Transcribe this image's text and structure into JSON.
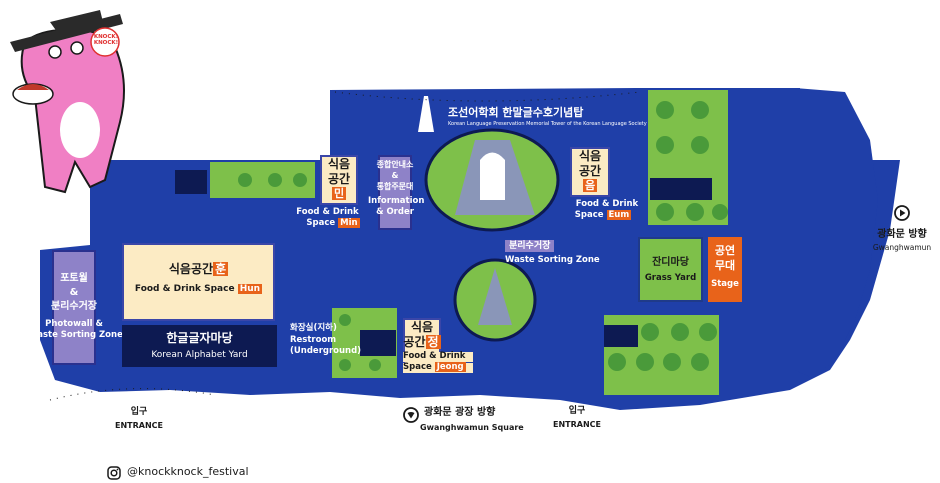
{
  "labels": {
    "memorial_ko": "조선어학회 한말글수호기념탑",
    "memorial_en": "Korean Language Preservation Memorial Tower of the Korean Language Society",
    "min_ko_1": "식음",
    "min_ko_2": "공간",
    "min_tag": "민",
    "min_en_1": "Food & Drink",
    "min_en_2": "Space",
    "min_en_tag": "Min",
    "info_ko_1": "종합안내소",
    "info_ko_amp": "&",
    "info_ko_2": "통합주문대",
    "info_en_1": "Information",
    "info_en_2": "& Order",
    "eum_ko_1": "식음",
    "eum_ko_2": "공간",
    "eum_tag": "음",
    "eum_en_1": "Food & Drink",
    "eum_en_2": "Space",
    "eum_en_tag": "Eum",
    "waste_ko": "분리수거장",
    "waste_en": "Waste Sorting Zone",
    "photo_ko_1": "포토월",
    "photo_ko_amp": "&",
    "photo_ko_2": "분리수거장",
    "photo_en_1": "Photowall &",
    "photo_en_2": "Waste Sorting Zone",
    "hun_ko": "식음공간",
    "hun_tag": "훈",
    "hun_en": "Food & Drink Space",
    "hun_en_tag": "Hun",
    "alpha_ko": "한글글자마당",
    "alpha_en": "Korean Alphabet Yard",
    "restroom_ko": "화장실(지하)",
    "restroom_en_1": "Restroom",
    "restroom_en_2": "(Underground)",
    "jeong_ko_1": "식음",
    "jeong_ko_2": "공간",
    "jeong_tag": "정",
    "jeong_en_1": "Food & Drink",
    "jeong_en_2": "Space",
    "jeong_en_tag": "Jeong",
    "grass_ko": "잔디마당",
    "grass_en": "Grass Yard",
    "stage_ko_1": "공연",
    "stage_ko_2": "무대",
    "stage_en": "Stage",
    "gwang_ko": "광화문 방향",
    "gwang_en": "Gwanghwamun",
    "square_ko": "광화문 광장 방향",
    "square_en": "Gwanghwamun Square",
    "entrance_ko": "입구",
    "entrance_en": "ENTRANCE",
    "mascot_bubble": "KNOCK! KNOCK!",
    "instagram": "@knockknock_festival"
  },
  "colors": {
    "map_blue": "#1f3fa8",
    "accent_orange": "#e8631a",
    "mascot_pink": "#f07fc4"
  },
  "icons": {
    "direction_right": "play-circle-icon",
    "direction_down": "heart-down-icon",
    "social": "instagram-icon"
  }
}
